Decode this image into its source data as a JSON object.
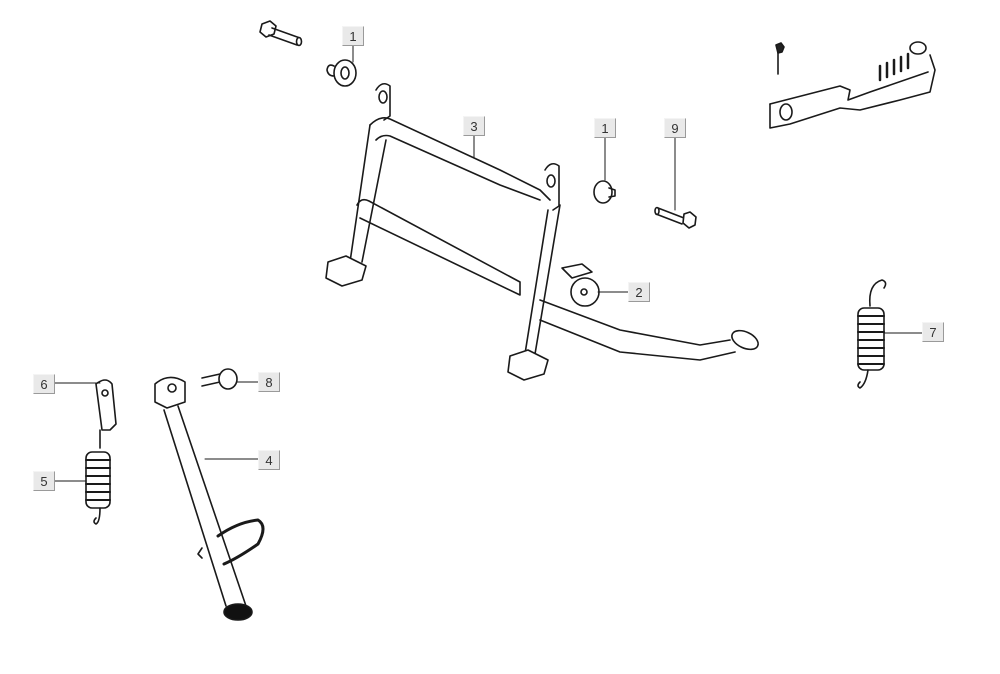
{
  "diagram": {
    "type": "exploded-parts-diagram",
    "subject": "Main stand and side stand assembly",
    "callouts": [
      {
        "id": "c1a",
        "label": "1",
        "part": "flanged-bushing"
      },
      {
        "id": "c1b",
        "label": "1",
        "part": "flanged-bushing"
      },
      {
        "id": "c2",
        "label": "2",
        "part": "stand-stopper-rubber"
      },
      {
        "id": "c3",
        "label": "3",
        "part": "main-stand"
      },
      {
        "id": "c4",
        "label": "4",
        "part": "side-stand"
      },
      {
        "id": "c5",
        "label": "5",
        "part": "side-stand-spring"
      },
      {
        "id": "c6",
        "label": "6",
        "part": "spring-hook-plate"
      },
      {
        "id": "c7",
        "label": "7",
        "part": "main-stand-spring"
      },
      {
        "id": "c8",
        "label": "8",
        "part": "side-stand-pivot-bolt"
      },
      {
        "id": "c9",
        "label": "9",
        "part": "main-stand-pivot-bolt"
      }
    ],
    "colors": {
      "line": "#1a1a1a",
      "callout_bg": "#e9e9e9",
      "callout_shadow": "#9a9a9a",
      "background": "#ffffff"
    }
  }
}
